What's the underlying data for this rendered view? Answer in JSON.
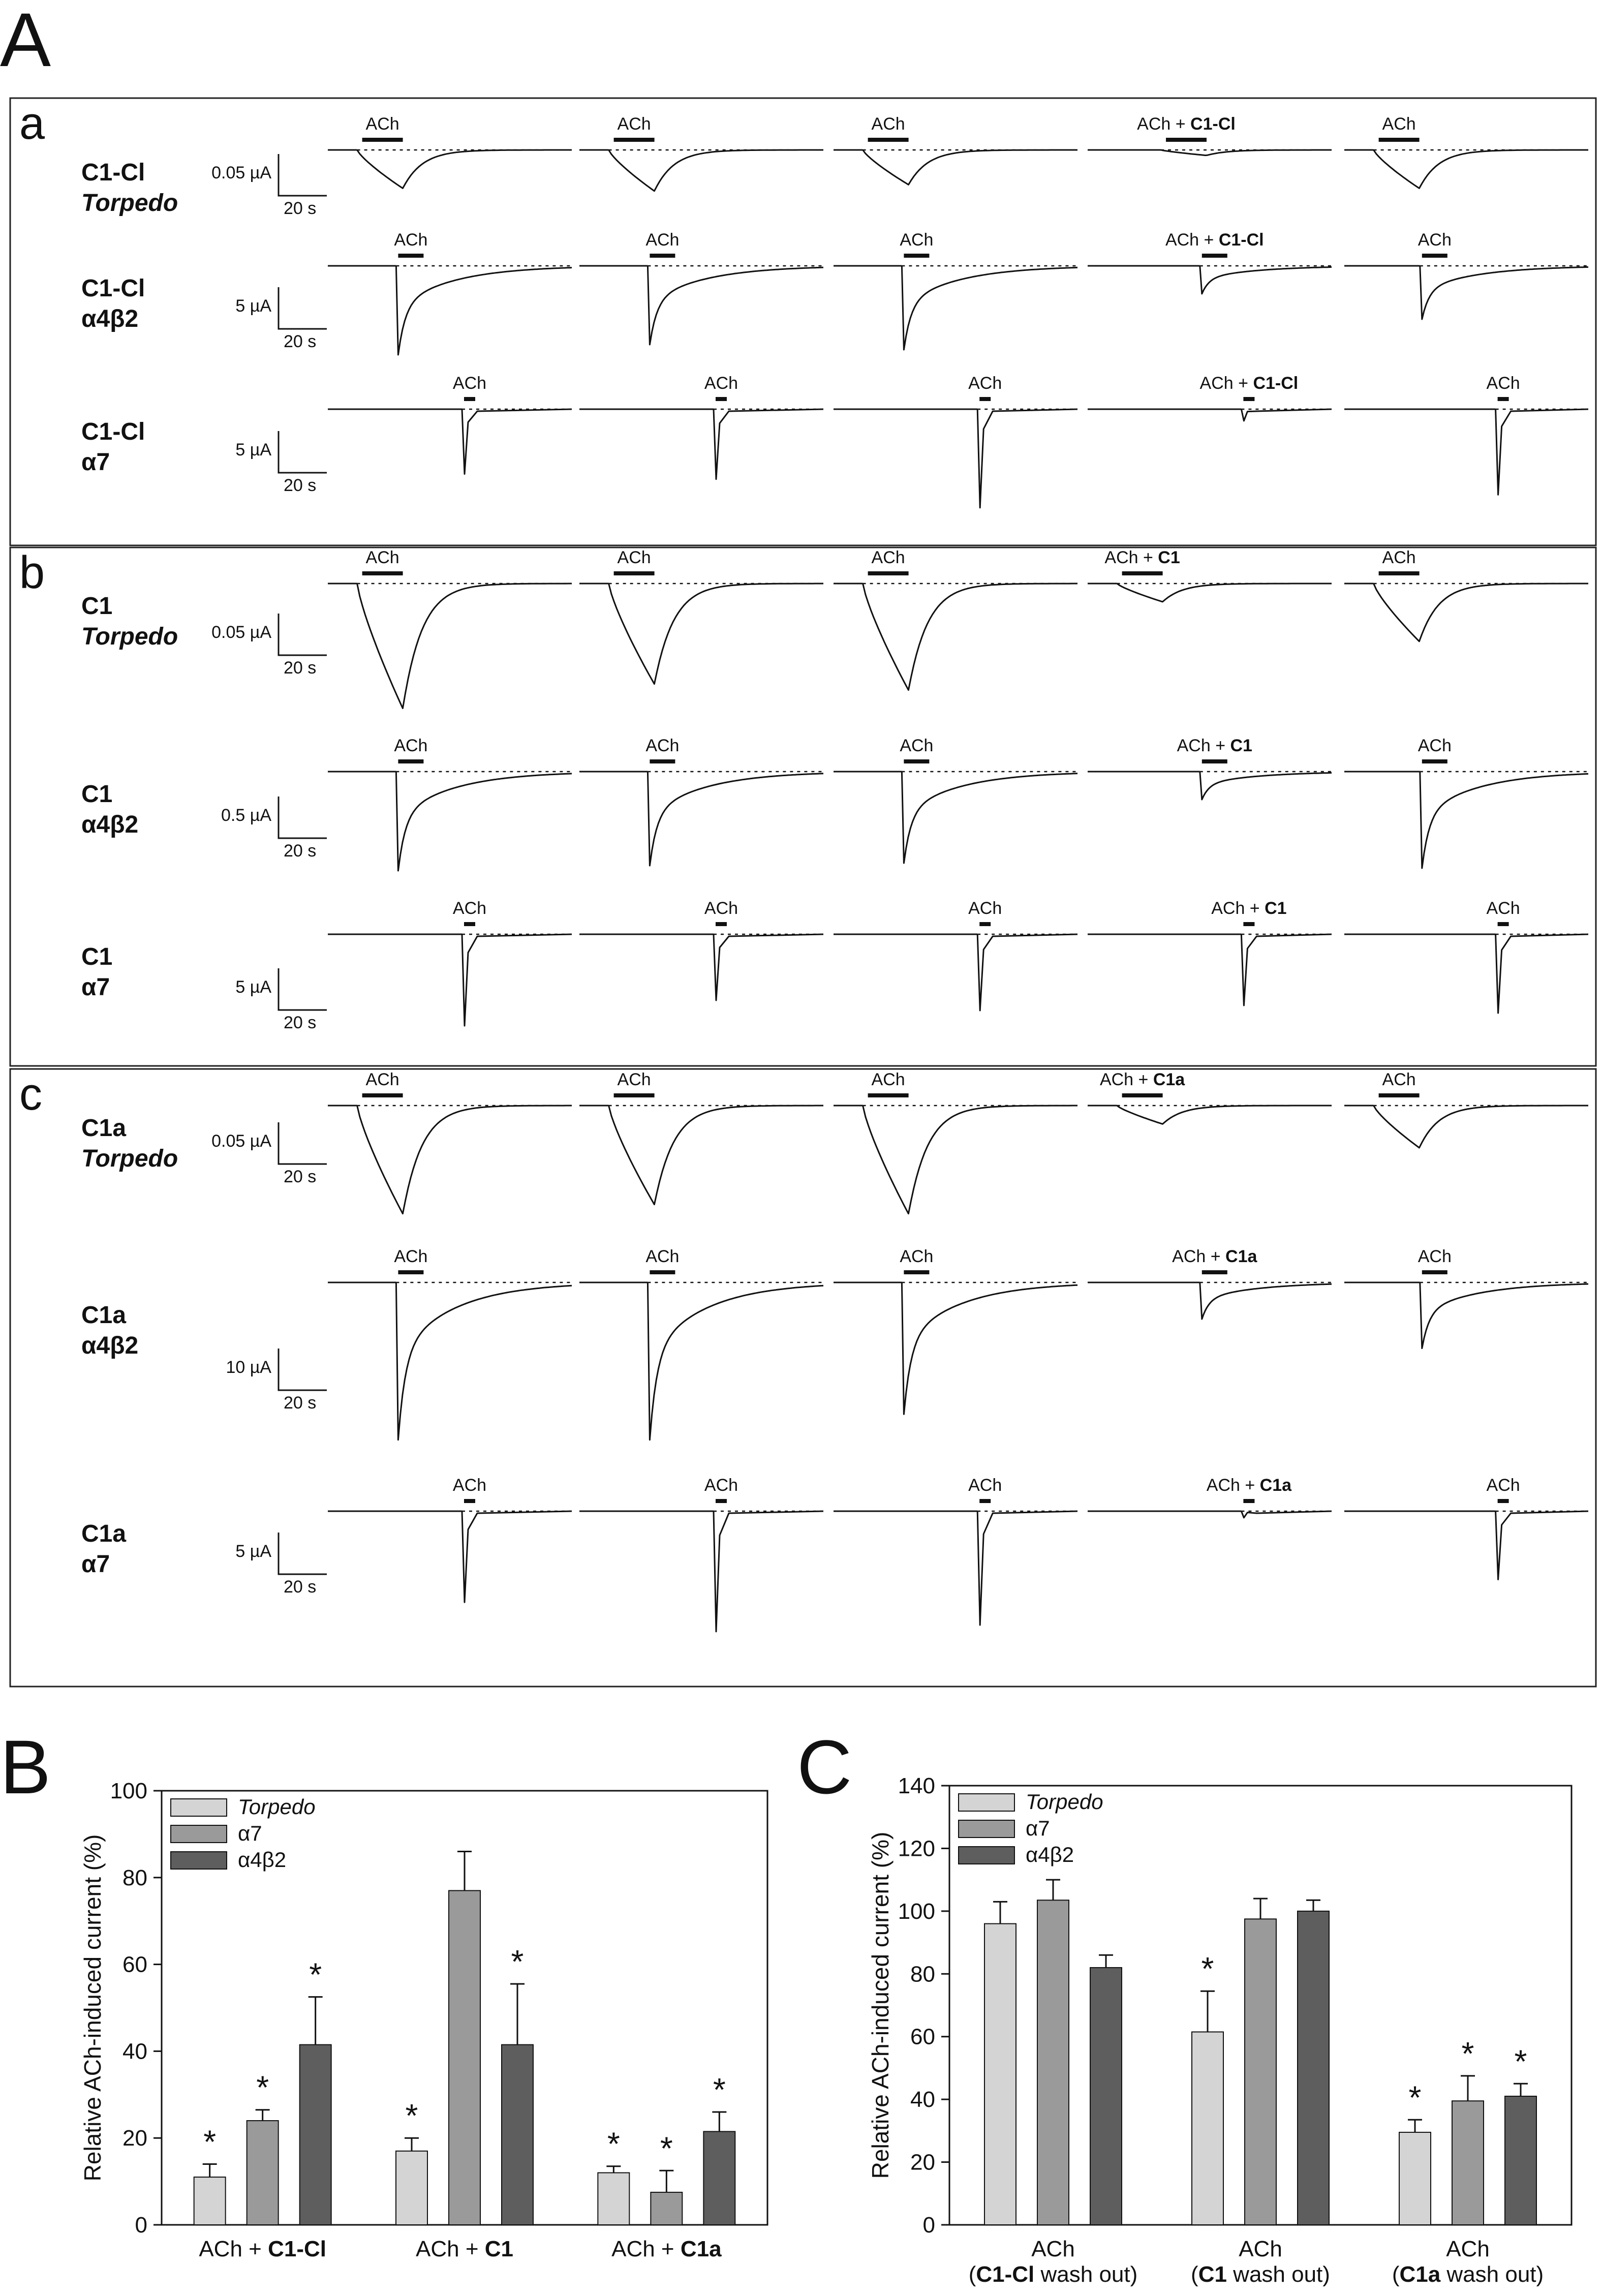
{
  "figure": {
    "panel_A": {
      "letter": "A",
      "rows": [
        {
          "sub": "a",
          "label1": "C1-Cl",
          "label2": "Torpedo",
          "label2_italic": true,
          "scale_current": "0.05 µA",
          "scale_time": "20 s",
          "stim": [
            "ACh",
            "ACh",
            "ACh",
            "ACh + ",
            "ACh"
          ],
          "stim_bold": [
            "",
            "",
            "",
            "C1-Cl",
            ""
          ],
          "amps": [
            0.42,
            0.45,
            0.38,
            0.06,
            0.42
          ],
          "kind": "slow"
        },
        {
          "sub": "",
          "label1": "C1-Cl",
          "label2": "α4β2",
          "label2_italic": false,
          "scale_current": "5 µA",
          "scale_time": "20 s",
          "stim": [
            "ACh",
            "ACh",
            "ACh",
            "ACh + ",
            "ACh"
          ],
          "stim_bold": [
            "",
            "",
            "",
            "C1-Cl",
            ""
          ],
          "amps": [
            0.7,
            0.62,
            0.66,
            0.22,
            0.42
          ],
          "kind": "fast"
        },
        {
          "sub": "",
          "label1": "C1-Cl",
          "label2": "α7",
          "label2_italic": false,
          "scale_current": "5 µA",
          "scale_time": "20 s",
          "stim": [
            "ACh",
            "ACh",
            "ACh",
            "ACh + ",
            "ACh"
          ],
          "stim_bold": [
            "",
            "",
            "",
            "C1-Cl",
            ""
          ],
          "amps": [
            0.5,
            0.54,
            0.76,
            0.09,
            0.66
          ],
          "kind": "spike"
        },
        {
          "sub": "b",
          "label1": "C1",
          "label2": "Torpedo",
          "label2_italic": true,
          "scale_current": "0.05 µA",
          "scale_time": "20 s",
          "stim": [
            "ACh",
            "ACh",
            "ACh",
            "ACh + ",
            "ACh"
          ],
          "stim_bold": [
            "",
            "",
            "",
            "C1",
            ""
          ],
          "amps": [
            0.82,
            0.66,
            0.7,
            0.12,
            0.38
          ],
          "kind": "slow"
        },
        {
          "sub": "",
          "label1": "C1",
          "label2": "α4β2",
          "label2_italic": false,
          "scale_current": "0.5 µA",
          "scale_time": "20 s",
          "stim": [
            "ACh",
            "ACh",
            "ACh",
            "ACh + ",
            "ACh"
          ],
          "stim_bold": [
            "",
            "",
            "",
            "C1",
            ""
          ],
          "amps": [
            0.78,
            0.74,
            0.72,
            0.22,
            0.76
          ],
          "kind": "fast"
        },
        {
          "sub": "",
          "label1": "C1",
          "label2": "α7",
          "label2_italic": false,
          "scale_current": "5 µA",
          "scale_time": "20 s",
          "stim": [
            "ACh",
            "ACh",
            "ACh",
            "ACh + ",
            "ACh"
          ],
          "stim_bold": [
            "",
            "",
            "",
            "C1",
            ""
          ],
          "amps": [
            0.72,
            0.52,
            0.6,
            0.56,
            0.62
          ],
          "kind": "spike"
        },
        {
          "sub": "c",
          "label1": "C1a",
          "label2": "Torpedo",
          "label2_italic": true,
          "scale_current": "0.05 µA",
          "scale_time": "20 s",
          "stim": [
            "ACh",
            "ACh",
            "ACh",
            "ACh + ",
            "ACh"
          ],
          "stim_bold": [
            "",
            "",
            "",
            "C1a",
            ""
          ],
          "amps": [
            0.82,
            0.75,
            0.82,
            0.14,
            0.32
          ],
          "kind": "slow"
        },
        {
          "sub": "",
          "label1": "C1a",
          "label2": "α4β2",
          "label2_italic": false,
          "scale_current": "10 µA",
          "scale_time": "20 s",
          "stim": [
            "ACh",
            "ACh",
            "ACh",
            "ACh + ",
            "ACh"
          ],
          "stim_bold": [
            "",
            "",
            "",
            "C1a",
            ""
          ],
          "amps": [
            0.86,
            0.86,
            0.72,
            0.2,
            0.36
          ],
          "kind": "fast"
        },
        {
          "sub": "",
          "label1": "C1a",
          "label2": "α7",
          "label2_italic": false,
          "scale_current": "5 µA",
          "scale_time": "20 s",
          "stim": [
            "ACh",
            "ACh",
            "ACh",
            "ACh + ",
            "ACh"
          ],
          "stim_bold": [
            "",
            "",
            "",
            "C1a",
            ""
          ],
          "amps": [
            0.56,
            0.74,
            0.7,
            0.04,
            0.42
          ],
          "kind": "spike"
        }
      ]
    },
    "panel_B": {
      "letter": "B"
    },
    "panel_C": {
      "letter": "C"
    }
  },
  "chart_data": [
    {
      "panel": "B",
      "type": "bar",
      "ylabel": "Relative ACh-induced current (%)",
      "xlabel": "",
      "ylim": [
        0,
        100
      ],
      "yticks": [
        0,
        20,
        40,
        60,
        80,
        100
      ],
      "categories": [
        {
          "text": "ACh + ",
          "bold": "C1-Cl",
          "line2": "",
          "line2_bold": "",
          "line2_tail": ""
        },
        {
          "text": "ACh + ",
          "bold": "C1",
          "line2": "",
          "line2_bold": "",
          "line2_tail": ""
        },
        {
          "text": "ACh + ",
          "bold": "C1a",
          "line2": "",
          "line2_bold": "",
          "line2_tail": ""
        }
      ],
      "series": [
        {
          "name": "Torpedo",
          "italic": true,
          "color": "#d4d4d4",
          "values": [
            11,
            17,
            12
          ],
          "errors": [
            3,
            3,
            1.5
          ],
          "sig": [
            true,
            true,
            true
          ]
        },
        {
          "name": "α7",
          "italic": false,
          "color": "#9a9a9a",
          "values": [
            24,
            77,
            7.5
          ],
          "errors": [
            2.5,
            9,
            5
          ],
          "sig": [
            true,
            false,
            true
          ]
        },
        {
          "name": "α4β2",
          "italic": false,
          "color": "#5e5e5e",
          "values": [
            41.5,
            41.5,
            21.5
          ],
          "errors": [
            11,
            14,
            4.5
          ],
          "sig": [
            true,
            true,
            true
          ]
        }
      ],
      "grid": false,
      "legend": "top-left"
    },
    {
      "panel": "C",
      "type": "bar",
      "ylabel": "Relative ACh-induced current (%)",
      "xlabel": "",
      "ylim": [
        0,
        140
      ],
      "yticks": [
        0,
        20,
        40,
        60,
        80,
        100,
        120,
        140
      ],
      "categories": [
        {
          "text": "ACh",
          "bold": "",
          "line2": "(",
          "line2_bold": "C1-Cl",
          "line2_tail": " wash out)"
        },
        {
          "text": "ACh",
          "bold": "",
          "line2": "(",
          "line2_bold": "C1",
          "line2_tail": " wash out)"
        },
        {
          "text": "ACh",
          "bold": "",
          "line2": "(",
          "line2_bold": "C1a",
          "line2_tail": " wash out)"
        }
      ],
      "series": [
        {
          "name": "Torpedo",
          "italic": true,
          "color": "#d4d4d4",
          "values": [
            96,
            61.5,
            29.5
          ],
          "errors": [
            7,
            13,
            4
          ],
          "sig": [
            false,
            true,
            true
          ]
        },
        {
          "name": "α7",
          "italic": false,
          "color": "#9a9a9a",
          "values": [
            103.5,
            97.5,
            39.5
          ],
          "errors": [
            6.5,
            6.5,
            8
          ],
          "sig": [
            false,
            false,
            true
          ]
        },
        {
          "name": "α4β2",
          "italic": false,
          "color": "#5e5e5e",
          "values": [
            82,
            100,
            41
          ],
          "errors": [
            4,
            3.5,
            4
          ],
          "sig": [
            false,
            false,
            true
          ]
        }
      ],
      "grid": false,
      "legend": "top-left"
    }
  ]
}
